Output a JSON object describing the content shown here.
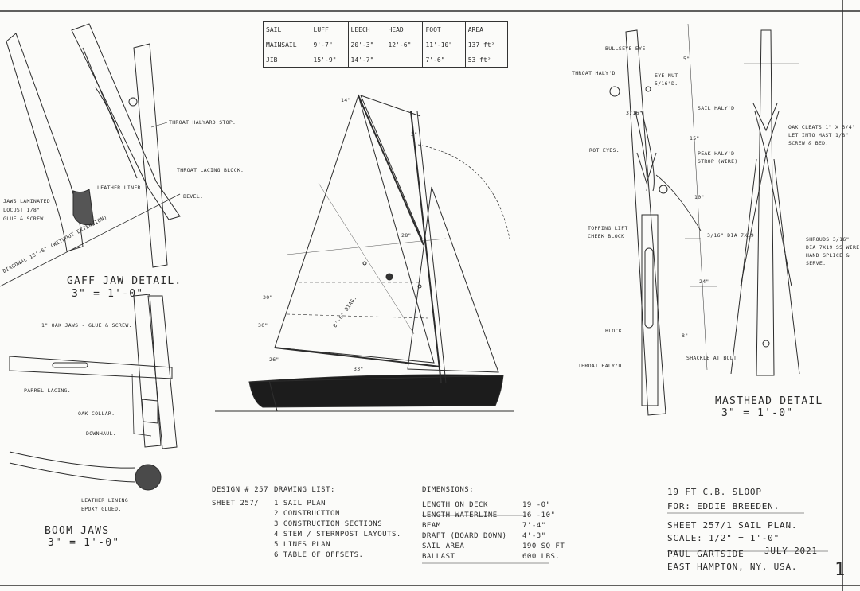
{
  "sail_table": {
    "headers": [
      "SAIL",
      "LUFF",
      "LEECH",
      "HEAD",
      "FOOT",
      "AREA"
    ],
    "rows": [
      [
        "MAINSAIL",
        "9'-7\"",
        "20'-3\"",
        "12'-6\"",
        "11'-10\"",
        "137 ft²"
      ],
      [
        "JIB",
        "15'-9\"",
        "14'-7\"",
        "",
        "7'-6\"",
        "53 ft²"
      ]
    ]
  },
  "gaff_jaw": {
    "title": "GAFF JAW DETAIL.",
    "scale": "3\" = 1'-0\"",
    "notes": {
      "throat_halyard_stop": "THROAT HALYARD STOP.",
      "throat_lacing_block": "THROAT LACING BLOCK.",
      "bevel": "BEVEL.",
      "leather_liner": "LEATHER LINER",
      "jaws": "JAWS LAMINATED LOCUST 1/8\" GLUE & SCREW.",
      "diagonal": "DIAGONAL 13'-6\" (WITHOUT EXTENSION)"
    }
  },
  "boom_jaw": {
    "title": "BOOM JAWS",
    "scale": "3\" = 1'-0\"",
    "notes": {
      "oak_jaws": "1\" OAK JAWS - GLUE & SCREW.",
      "parrel_lacing": "PARREL LACING.",
      "oak_collar": "OAK COLLAR.",
      "downhaul": "DOWNHAUL.",
      "leather_lining": "LEATHER LINING EPOXY GLUED."
    }
  },
  "sail_plan": {
    "dims": {
      "top": "14\"",
      "mid": "28\"",
      "cap": "3\"",
      "left_a": "30\"",
      "left_b": "30\"",
      "center": "8'-6\" DIAG.",
      "b1": "26\"",
      "b2": "33\""
    }
  },
  "masthead": {
    "title": "MASTHEAD DETAIL",
    "scale": "3\" = 1'-0\"",
    "notes": {
      "bullseye": "BULLSEYE EYE.",
      "throat_hal_top": "THROAT HALY'D",
      "eye_nut": "EYE NUT 5/16\"D.",
      "sail_hal": "SAIL HALY'D",
      "oak_cleats": "OAK CLEATS 1\" X 3/4\" LET INTO MAST 1/8\" SCREW & BED.",
      "peak_halyd_strop": "PEAK HALY'D STROP (WIRE)",
      "rot_eyes": "ROT EYES.",
      "topping_lift": "TOPPING LIFT CHEEK BLOCK",
      "dia": "3/16\" DIA 7X19",
      "shrouds": "SHROUDS 3/16\" DIA 7X19 SS WIRE HAND SPLICE & SERVE.",
      "block": "BLOCK",
      "throat_hal_low": "THROAT HALY'D",
      "shackle": "SHACKLE AT BOLT",
      "dim_a": "5\"",
      "dim_b": "15\"",
      "dim_c": "10\"",
      "dim_d": "24\"",
      "dim_e": "8\"",
      "dim_f": "3/16\""
    }
  },
  "drawing_list": {
    "design": "DESIGN # 257",
    "heading": "DRAWING LIST:",
    "sheet_label": "SHEET 257/",
    "items": [
      "1  SAIL PLAN",
      "2  CONSTRUCTION",
      "3  CONSTRUCTION SECTIONS",
      "4  STEM / STERNPOST LAYOUTS.",
      "5  LINES PLAN",
      "6  TABLE OF OFFSETS."
    ]
  },
  "dimensions": {
    "heading": "DIMENSIONS:",
    "rows": [
      [
        "LENGTH ON DECK",
        "19'-0\""
      ],
      [
        "LENGTH WATERLINE",
        "16'-10\""
      ],
      [
        "BEAM",
        "7'-4\""
      ],
      [
        "DRAFT (BOARD DOWN)",
        "4'-3\""
      ],
      [
        "SAIL AREA",
        "190 SQ FT"
      ],
      [
        "BALLAST",
        "600 LBS."
      ]
    ]
  },
  "title_block": {
    "boat": "19 FT C.B. SLOOP",
    "client": "FOR: EDDIE BREEDEN.",
    "sheet": "SHEET 257/1   SAIL PLAN.",
    "scale": "SCALE: 1/2\" = 1'-0\"",
    "designer": "PAUL GARTSIDE",
    "date": "JULY 2021",
    "place": "EAST HAMPTON, NY, USA.",
    "page": "1"
  }
}
